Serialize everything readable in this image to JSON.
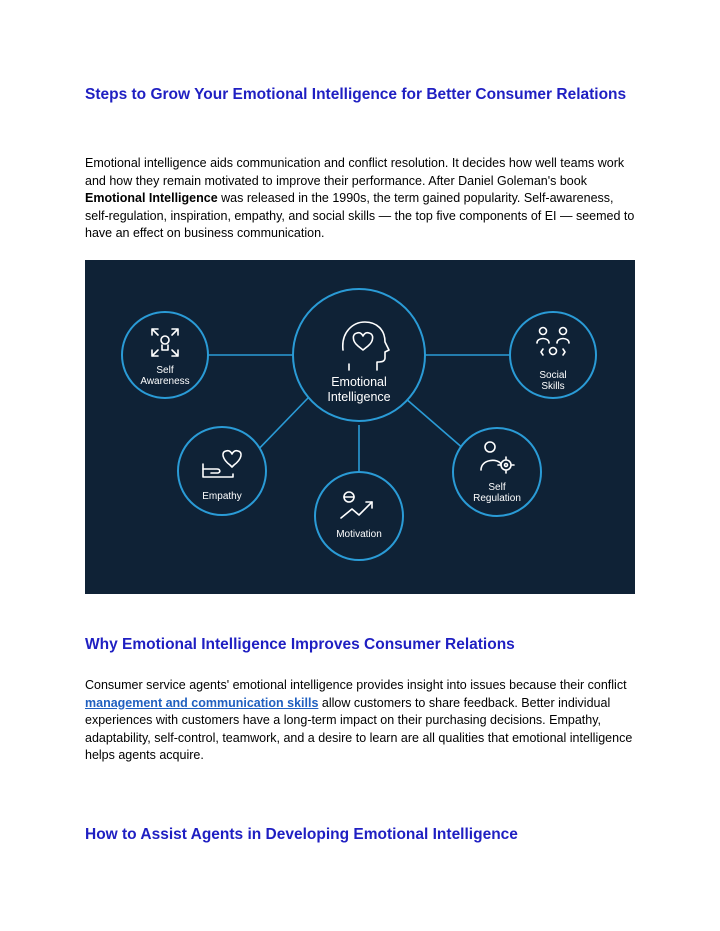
{
  "section1": {
    "heading": "Steps to Grow Your Emotional Intelligence for Better Consumer Relations",
    "para_part1": "Emotional intelligence aids communication and conflict resolution. It decides how well teams work and how they remain motivated to improve their performance. After Daniel Goleman's book ",
    "para_bold": "Emotional Intelligence",
    "para_part2": " was released in the 1990s, the term gained popularity. Self-awareness, self-regulation, inspiration, empathy, and social skills — the top five components of EI — seemed to have an effect on business communication."
  },
  "diagram": {
    "center": {
      "line1": "Emotional",
      "line2": "Intelligence",
      "icon": "head-heart-icon"
    },
    "nodes": [
      {
        "id": "self-awareness",
        "line1": "Self",
        "line2": "Awareness",
        "icon": "self-awareness-icon"
      },
      {
        "id": "social-skills",
        "line1": "Social",
        "line2": "Skills",
        "icon": "people-icon"
      },
      {
        "id": "empathy",
        "line1": "Empathy",
        "line2": "",
        "icon": "hand-heart-icon"
      },
      {
        "id": "self-regulation",
        "line1": "Self",
        "line2": "Regulation",
        "icon": "person-gear-icon"
      },
      {
        "id": "motivation",
        "line1": "Motivation",
        "line2": "",
        "icon": "trend-up-icon"
      }
    ],
    "colors": {
      "background": "#0f2236",
      "accent": "#2a9bd6",
      "text": "#ffffff"
    }
  },
  "section2": {
    "heading": "Why Emotional Intelligence Improves Consumer Relations",
    "para_part1": "Consumer service agents' emotional intelligence provides insight into issues because their conflict ",
    "link_text": "management and communication skills",
    "para_part2": " allow customers to share feedback. Better individual experiences with customers have a long-term impact on their purchasing decisions. Empathy, adaptability, self-control, teamwork, and a desire to learn are all qualities that emotional intelligence helps agents acquire."
  },
  "section3": {
    "heading": "How to Assist Agents in Developing Emotional Intelligence"
  }
}
